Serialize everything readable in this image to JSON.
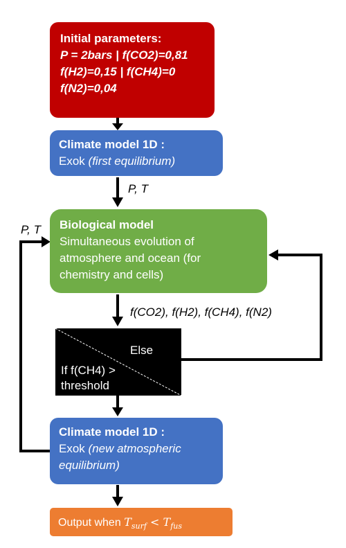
{
  "initial": {
    "title": "Initial parameters:",
    "line1": "P = 2bars | f(CO2)=0,81",
    "line2": "f(H2)=0,15 | f(CH4)=0",
    "line3": "f(N2)=0,04"
  },
  "climate1": {
    "title": "Climate model 1D :",
    "model": "Exok",
    "note": "(first equilibrium)"
  },
  "bio": {
    "title": "Biological model",
    "line1": "Simultaneous evolution of",
    "line2": "atmosphere and ocean (for",
    "line3": "chemistry and cells)"
  },
  "decision": {
    "else": "Else",
    "if_line1": "If f(CH4) >",
    "if_line2": "threshold"
  },
  "climate2": {
    "title": "Climate model 1D :",
    "model": "Exok",
    "note1": "(new atmospheric",
    "note2": "equilibrium)"
  },
  "output": {
    "prefix": "Output when",
    "t_surf": "T",
    "t_surf_sub": "surf",
    "lt": "<",
    "t_fus": "T",
    "t_fus_sub": "fus"
  },
  "labels": {
    "pt_right": "P, T",
    "pt_left": "P, T",
    "fractions": "f(CO2), f(H2), f(CH4), f(N2)"
  }
}
